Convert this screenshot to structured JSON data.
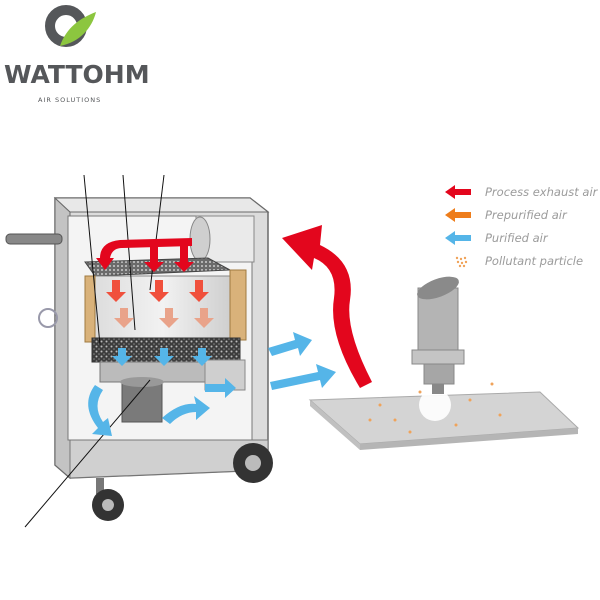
{
  "brand": {
    "name": "WATTOHM",
    "tagline": "AIR SOLUTIONS"
  },
  "legend": [
    {
      "label": "Process exhaust air",
      "color": "#e3061d",
      "icon": "arrow-left-icon"
    },
    {
      "label": "Prepurified air",
      "color": "#ee7d1b",
      "icon": "arrow-left-icon"
    },
    {
      "label": "Purified air",
      "color": "#55b5e8",
      "icon": "arrow-left-icon"
    },
    {
      "label": "Pollutant particle",
      "color": "#f0a35a",
      "icon": "particle-icon"
    }
  ]
}
